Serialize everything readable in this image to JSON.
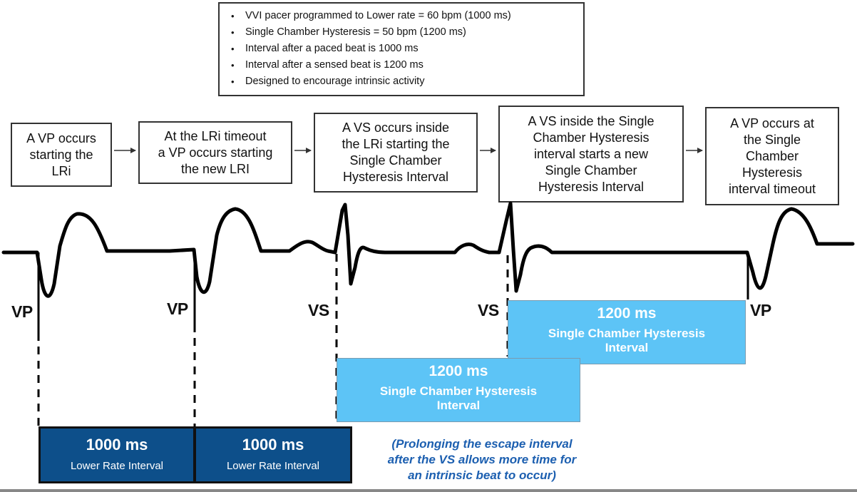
{
  "info": {
    "bullets": [
      "VVI pacer programmed to Lower rate = 60 bpm (1000 ms)",
      "Single Chamber Hysteresis = 50 bpm (1200 ms)",
      "Interval after a paced beat is 1000 ms",
      "Interval after a sensed beat is 1200 ms",
      "Designed to encourage intrinsic activity"
    ]
  },
  "steps": [
    {
      "lines": [
        "A VP occurs",
        "starting the",
        "LRi"
      ]
    },
    {
      "lines": [
        "At the LRi timeout",
        "a VP occurs starting",
        "the new LRI"
      ]
    },
    {
      "lines": [
        "A VS occurs inside",
        "the LRi starting the",
        "Single Chamber",
        "Hysteresis Interval"
      ]
    },
    {
      "lines": [
        "A VS inside the Single",
        "Chamber Hysteresis",
        "interval starts a new",
        "Single Chamber",
        "Hysteresis Interval"
      ]
    },
    {
      "lines": [
        "A VP occurs at",
        "the Single",
        "Chamber",
        "Hysteresis",
        "interval timeout"
      ]
    }
  ],
  "event_labels": [
    "VP",
    "VP",
    "VS",
    "VS",
    "VP"
  ],
  "lri_intervals": [
    {
      "ms": "1000 ms",
      "name": "Lower Rate Interval"
    },
    {
      "ms": "1000 ms",
      "name": "Lower Rate Interval"
    }
  ],
  "hysteresis_intervals": [
    {
      "ms": "1200 ms",
      "name_line1": "Single Chamber Hysteresis",
      "name_line2": "Interval"
    },
    {
      "ms": "1200 ms",
      "name_line1": "Single Chamber Hysteresis",
      "name_line2": "Interval"
    }
  ],
  "note": {
    "lines": [
      "(Prolonging the escape interval",
      "after the VS allows more time for",
      "an intrinsic beat to occur)"
    ]
  },
  "colors": {
    "lri_fill": "#0d4f8a",
    "hysteresis_fill": "#5dc4f6",
    "note_text": "#1c5fb0"
  }
}
